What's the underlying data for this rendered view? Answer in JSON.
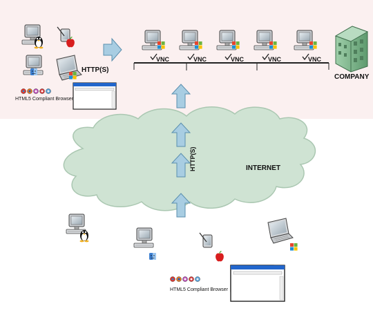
{
  "top": {
    "http_label": "HTTP(S)",
    "browser_label": "HTML5 Compliant Browser",
    "company_label": "COMPANY",
    "vnc_label": "VNC",
    "vnc_count": 5
  },
  "middle": {
    "internet_label": "INTERNET",
    "http_label": "HTTP(S)"
  },
  "bottom": {
    "browser_label": "HTML5 Compliant Browser"
  },
  "colors": {
    "zone_bg": "#fbf0f0",
    "cloud": "#cfe3d3",
    "cloud_stroke": "#aac7b1",
    "arrow": "#a8cde2",
    "arrow_stroke": "#5a8fae",
    "building": "#7fb58d"
  }
}
